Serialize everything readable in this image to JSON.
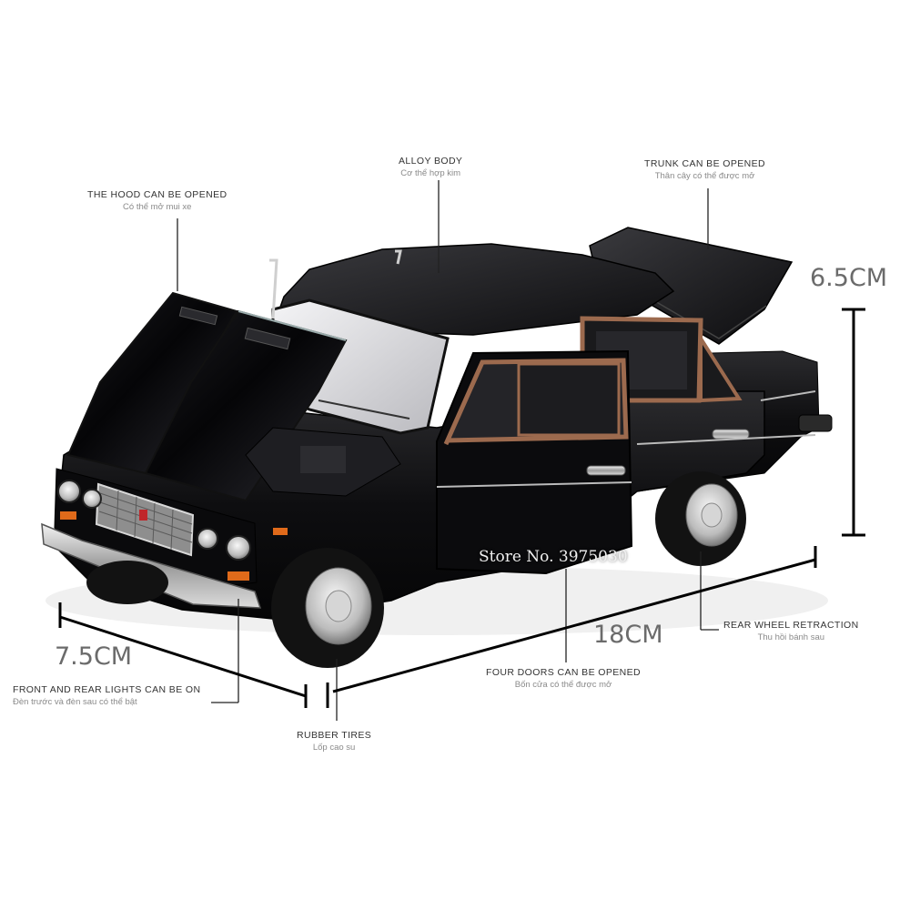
{
  "colors": {
    "background": "#ffffff",
    "car_body": "#0d0d0e",
    "chrome": "#c8c8c8",
    "copper_trim": "#9c6a4e",
    "indicator_amber": "#e06a1a",
    "guide_line": "#222222"
  },
  "product": {
    "image_subject": "black die-cast model sedan",
    "logo_icon": "red-badge-icon"
  },
  "callouts": {
    "hood": {
      "en": "THE HOOD CAN BE OPENED",
      "vi": "Có thể mở mui xe"
    },
    "alloy": {
      "en": "ALLOY BODY",
      "vi": "Cơ thể hợp kim"
    },
    "trunk": {
      "en": "TRUNK CAN BE OPENED",
      "vi": "Thân cây có thể được mở"
    },
    "wheel": {
      "en": "REAR WHEEL RETRACTION",
      "vi": "Thu hồi bánh sau"
    },
    "doors": {
      "en": "FOUR DOORS CAN BE OPENED",
      "vi": "Bốn cửa có thể được mở"
    },
    "tires": {
      "en": "RUBBER TIRES",
      "vi": "Lốp cao su"
    },
    "lights": {
      "en": "FRONT AND REAR LIGHTS CAN BE ON",
      "vi": "Đèn trước và đèn sau có thể bật"
    }
  },
  "dimensions": {
    "height": "6.5CM",
    "length": "18CM",
    "width": "7.5CM"
  },
  "watermark": "Store No. 3975030"
}
